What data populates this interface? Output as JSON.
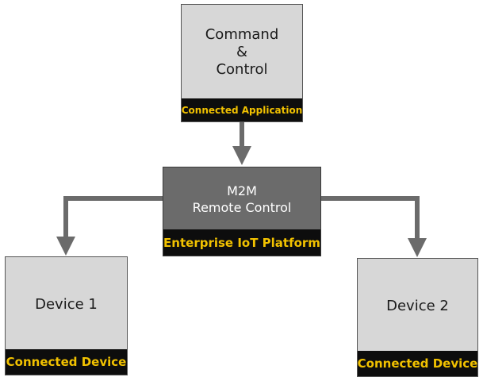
{
  "nodes": {
    "command_control": {
      "lines": [
        "Command",
        "&",
        "Control"
      ],
      "label": "Connected Application"
    },
    "m2m": {
      "lines": [
        "M2M",
        "Remote Control"
      ],
      "label": "Enterprise IoT Platform"
    },
    "device1": {
      "title": "Device 1",
      "label": "Connected Device"
    },
    "device2": {
      "title": "Device 2",
      "label": "Connected Device"
    }
  },
  "colors": {
    "box_fill": "#d7d7d7",
    "platform_fill": "#6b6b6b",
    "label_bg": "#0d0d0d",
    "label_text": "#f2c200",
    "connector": "#6b6b6b"
  }
}
